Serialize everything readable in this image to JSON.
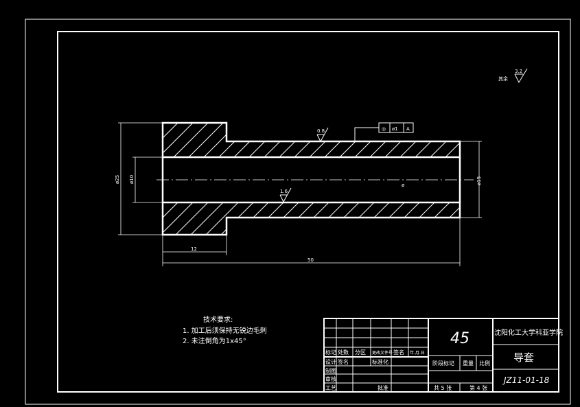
{
  "drawing": {
    "surface_roughness_note": "其余",
    "surface_roughness_value": "3.2",
    "dimensions": {
      "outer_diameter": "ø25",
      "bore_diameter": "ø10",
      "shaft_diameter": "ø15",
      "flange_length": "12",
      "total_length": "50"
    },
    "roughness_outer": "0.8",
    "roughness_bore": "1.6",
    "tolerance_frame": {
      "symbol": "◎",
      "value": "ø1",
      "datum": "A"
    },
    "center_mark": "ø"
  },
  "notes": {
    "title": "技术要求:",
    "items": [
      "1.  加工后须保持无锐边毛刺",
      "2.  未注倒角为1x45°"
    ]
  },
  "title_block": {
    "material": "45",
    "school": "沈阳化工大学科亚学院",
    "part_name": "导套",
    "drawing_no": "JZ11-01-18",
    "row_labels": [
      "标记",
      "处数",
      "分区",
      "更改文件号",
      "签名",
      "年.月.日"
    ],
    "design_label": "设计",
    "standardize_label": "标准化",
    "sign_label": "签名",
    "draw_label": "制图",
    "review_label": "审核",
    "craft_label": "工艺",
    "approve_label": "批准",
    "stage_label": "阶段标记",
    "weight_label": "重量",
    "scale_label": "比例",
    "sheets_total": "共 5 张",
    "sheet_no": "第 4 张"
  }
}
